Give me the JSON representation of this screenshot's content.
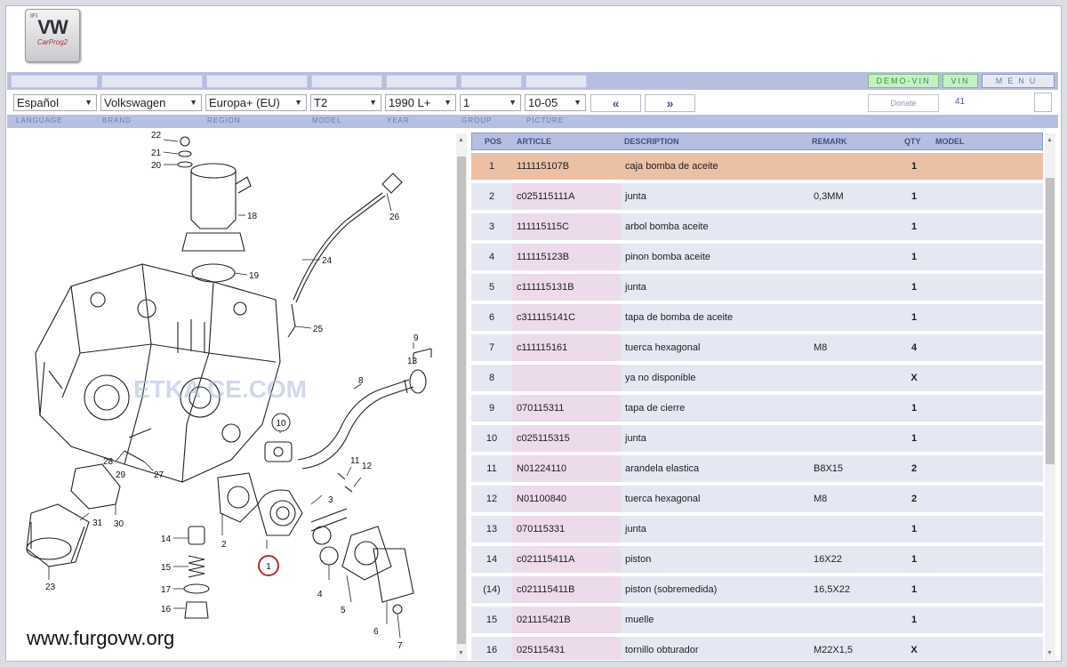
{
  "logo": {
    "small": "IFI",
    "brand": "VW",
    "sub": "CarProg2"
  },
  "top_buttons": {
    "demo_vin": "DEMO-VIN",
    "vin": "VIN",
    "menu": "MENU"
  },
  "selectors": {
    "language": "Español",
    "brand": "Volkswagen",
    "region": "Europa+ (EU)",
    "model": "T2",
    "year": "1990  L+",
    "group": "1",
    "picture": "10-05"
  },
  "nav": {
    "prev": "«",
    "next": "»",
    "donate": "Donate",
    "counter": "41"
  },
  "labels": {
    "language": "LANGUAGE",
    "brand": "BRAND",
    "region": "REGION",
    "model": "MODEL",
    "year": "YEAR",
    "group": "GROUP",
    "picture": "PICTURE"
  },
  "diagram": {
    "watermark_site": "www.furgovw.org",
    "watermark_overlay": "ETKA CE.COM",
    "callouts": [
      "1",
      "2",
      "3",
      "4",
      "5",
      "6",
      "7",
      "8",
      "9",
      "10",
      "11",
      "12",
      "13",
      "14",
      "15",
      "16",
      "17",
      "18",
      "19",
      "20",
      "21",
      "22",
      "23",
      "24",
      "25",
      "26",
      "27",
      "28",
      "29",
      "30",
      "31"
    ],
    "highlighted_callout": "1"
  },
  "table": {
    "headers": {
      "pos": "POS",
      "article": "ARTICLE",
      "description": "DESCRIPTION",
      "remark": "REMARK",
      "qty": "QTY",
      "model": "MODEL"
    },
    "rows": [
      {
        "pos": "1",
        "article": "111115107B",
        "description": "caja bomba de aceite",
        "remark": "",
        "qty": "1"
      },
      {
        "pos": "2",
        "article": "c025115111A",
        "description": "junta",
        "remark": "0,3MM",
        "qty": "1"
      },
      {
        "pos": "3",
        "article": "111115115C",
        "description": "arbol bomba aceite",
        "remark": "",
        "qty": "1"
      },
      {
        "pos": "4",
        "article": "111115123B",
        "description": "pinon bomba aceite",
        "remark": "",
        "qty": "1"
      },
      {
        "pos": "5",
        "article": "c111115131B",
        "description": "junta",
        "remark": "",
        "qty": "1"
      },
      {
        "pos": "6",
        "article": "c311115141C",
        "description": "tapa de bomba de aceite",
        "remark": "",
        "qty": "1"
      },
      {
        "pos": "7",
        "article": "c111115161",
        "description": "tuerca hexagonal",
        "remark": "M8",
        "qty": "4"
      },
      {
        "pos": "8",
        "article": "",
        "description": "ya no disponible",
        "remark": "",
        "qty": "X"
      },
      {
        "pos": "9",
        "article": "070115311",
        "description": "tapa de cierre",
        "remark": "",
        "qty": "1"
      },
      {
        "pos": "10",
        "article": "c025115315",
        "description": "junta",
        "remark": "",
        "qty": "1"
      },
      {
        "pos": "11",
        "article": "N01224110",
        "description": "arandela elastica",
        "remark": "B8X15",
        "qty": "2"
      },
      {
        "pos": "12",
        "article": "N01100840",
        "description": "tuerca hexagonal",
        "remark": "M8",
        "qty": "2"
      },
      {
        "pos": "13",
        "article": "070115331",
        "description": "junta",
        "remark": "",
        "qty": "1"
      },
      {
        "pos": "14",
        "article": "c021115411A",
        "description": "piston",
        "remark": "16X22",
        "qty": "1"
      },
      {
        "pos": "(14)",
        "article": "c021115411B",
        "description": "piston (sobremedida)",
        "remark": "16,5X22",
        "qty": "1"
      },
      {
        "pos": "15",
        "article": "021115421B",
        "description": "muelle",
        "remark": "",
        "qty": "1"
      },
      {
        "pos": "16",
        "article": "025115431",
        "description": "tornillo obturador",
        "remark": "M22X1,5",
        "qty": "X"
      }
    ]
  },
  "colors": {
    "header_bar": "#b7bfe0",
    "selected_row": "#ecc0a5",
    "row_bg": "#e5e8f3",
    "article_bg": "#ecdbea",
    "callout_circle": "#c0282d"
  }
}
